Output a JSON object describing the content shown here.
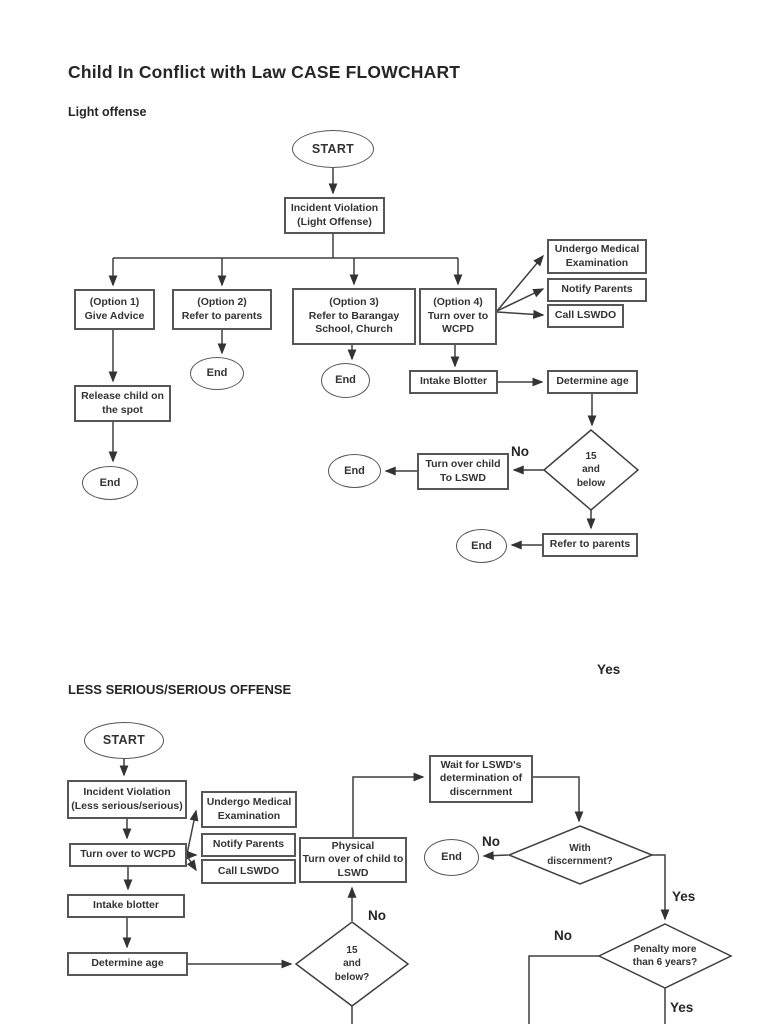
{
  "page": {
    "title": "Child In Conflict with Law CASE FLOWCHART"
  },
  "labels": {
    "yes": "Yes",
    "no": "No"
  },
  "chart1": {
    "heading": "Light offense",
    "start": "START",
    "incident": "Incident Violation\n(Light Offense)",
    "option1": "(Option 1)\nGive Advice",
    "option2": "(Option 2)\nRefer to parents",
    "option3": "(Option 3)\nRefer to Barangay\nSchool, Church",
    "option4": "(Option 4)\nTurn over to\nWCPD",
    "undergo_medical": "Undergo Medical\nExamination",
    "notify_parents": "Notify Parents",
    "call_lswdo": "Call LSWDO",
    "release_child": "Release child on\nthe spot",
    "intake_blotter": "Intake Blotter",
    "determine_age": "Determine age",
    "age_decision": "15\nand\nbelow",
    "turn_over_child": "Turn over child\nTo LSWD",
    "refer_to_parents": "Refer to parents",
    "end": "End",
    "floating_yes": "Yes"
  },
  "chart2": {
    "heading": "LESS SERIOUS/SERIOUS OFFENSE",
    "start": "START",
    "incident": "Incident Violation\n(Less serious/serious)",
    "turn_over_wcpd": "Turn over to WCPD",
    "undergo_medical": "Undergo Medical\nExamination",
    "notify_parents": "Notify Parents",
    "call_lswdo": "Call LSWDO",
    "intake_blotter": "Intake blotter",
    "determine_age": "Determine age",
    "age_decision": "15\nand\nbelow?",
    "physical_turnover": "Physical\nTurn over of child to\nLSWD",
    "wait_lswd": "Wait for LSWD's\ndetermination of\ndiscernment",
    "discernment_decision": "With\ndiscernment?",
    "penalty_decision": "Penalty more\nthan 6 years?",
    "end": "End"
  },
  "colors": {
    "line": "#3f3f3f",
    "border": "#565656",
    "text": "#333333"
  }
}
